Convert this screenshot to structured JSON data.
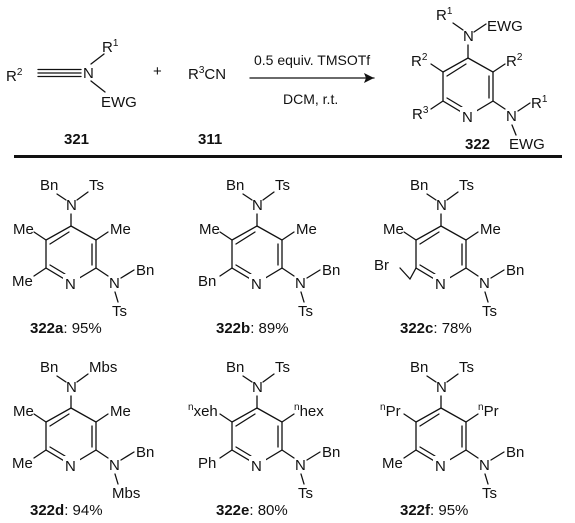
{
  "scheme": {
    "alkyne": {
      "r2": "R",
      "r2_sup": "2",
      "n": "N",
      "r1": "R",
      "r1_sup": "1",
      "ewg": "EWG",
      "id": "321"
    },
    "plus": "+",
    "nitrile": {
      "r3": "R",
      "r3_sup": "3",
      "cn": "CN",
      "id": "311"
    },
    "conditions": {
      "reagent": "0.5 equiv. TMSOTf",
      "solvent": "DCM, r.t."
    },
    "product": {
      "id": "322",
      "top_r1": "R",
      "top_r1_sup": "1",
      "top_n": "N",
      "top_ewg": "EWG",
      "r2_left": "R",
      "r2_left_sup": "2",
      "r2_right": "R",
      "r2_right_sup": "2",
      "r3": "R",
      "r3_sup": "3",
      "ring_n": "N",
      "side_n": "N",
      "side_r1": "R",
      "side_r1_sup": "1",
      "side_ewg": "EWG"
    }
  },
  "products": [
    {
      "top_sub": "Bn",
      "top_ewg": "Ts",
      "left": "Me",
      "right": "Me",
      "r3": "Me",
      "ring_n": "N",
      "side_r1": "Bn",
      "side_ewg": "Ts",
      "n": "N",
      "id": "322a",
      "yield": ": 95%"
    },
    {
      "top_sub": "Bn",
      "top_ewg": "Ts",
      "left": "Me",
      "right": "Me",
      "r3": "Bn",
      "ring_n": "N",
      "side_r1": "Bn",
      "side_ewg": "Ts",
      "n": "N",
      "id": "322b",
      "yield": ": 89%"
    },
    {
      "top_sub": "Bn",
      "top_ewg": "Ts",
      "left": "Me",
      "right": "Me",
      "r3": "Br",
      "ring_n": "N",
      "side_r1": "Bn",
      "side_ewg": "Ts",
      "n": "N",
      "id": "322c",
      "yield": ": 78%"
    },
    {
      "top_sub": "Bn",
      "top_ewg": "Mbs",
      "left": "Me",
      "right": "Me",
      "r3": "Me",
      "ring_n": "N",
      "side_r1": "Bn",
      "side_ewg": "Mbs",
      "n": "N",
      "id": "322d",
      "yield": ": 94%"
    },
    {
      "top_sub": "Bn",
      "top_ewg": "Ts",
      "left": "xeh",
      "left_sup": "n",
      "right": "hex",
      "right_sup": "n",
      "r3": "Ph",
      "ring_n": "N",
      "side_r1": "Bn",
      "side_ewg": "Ts",
      "n": "N",
      "id": "322e",
      "yield": ": 80%"
    },
    {
      "top_sub": "Bn",
      "top_ewg": "Ts",
      "left": "Pr",
      "left_sup": "n",
      "right": "Pr",
      "right_sup": "n",
      "r3": "Me",
      "ring_n": "N",
      "side_r1": "Bn",
      "side_ewg": "Ts",
      "n": "N",
      "id": "322f",
      "yield": ": 95%"
    }
  ]
}
